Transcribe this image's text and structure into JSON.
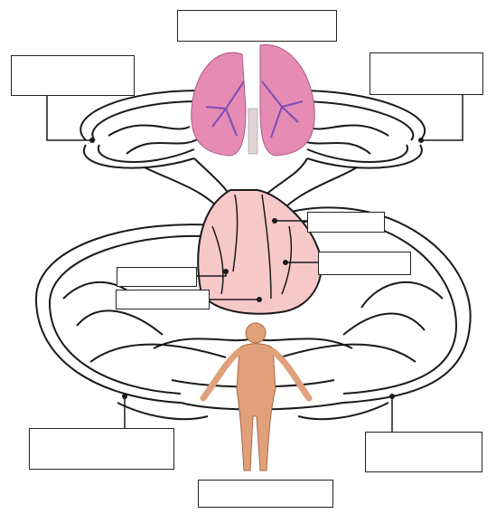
{
  "diagram": {
    "description_visible": "",
    "colors": {
      "vessel_outline": "#1a1a1a",
      "vessel_fill": "#ffffff",
      "heart_fill": "#f7c8c8",
      "lung_fill": "#e58bb4",
      "lung_vessel": "#7a4fb5",
      "skin": "#e0a07a"
    },
    "labels": [
      {
        "id": "top",
        "text": ""
      },
      {
        "id": "upper-left",
        "text": ""
      },
      {
        "id": "upper-right",
        "text": ""
      },
      {
        "id": "heart-right-upper",
        "text": ""
      },
      {
        "id": "heart-right-lower",
        "text": ""
      },
      {
        "id": "heart-left-upper",
        "text": ""
      },
      {
        "id": "heart-left-lower",
        "text": ""
      },
      {
        "id": "lower-left",
        "text": ""
      },
      {
        "id": "lower-right",
        "text": ""
      },
      {
        "id": "bottom",
        "text": ""
      }
    ],
    "icons": {
      "lungs": "lungs-illustration",
      "heart": "heart-illustration",
      "body": "human-body-illustration"
    }
  }
}
